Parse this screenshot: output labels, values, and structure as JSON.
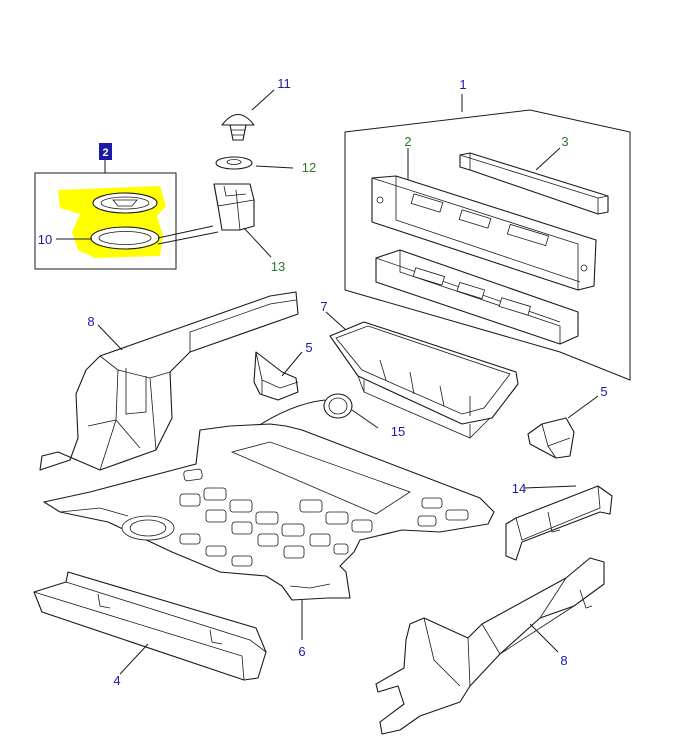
{
  "colors": {
    "blue_label": "#1a1aa6",
    "green_label": "#2a7a2a",
    "highlight": "#ffff00",
    "line": "#1a1a1a"
  },
  "inset": {
    "tag_label": "2"
  },
  "callouts": {
    "c1": "1",
    "c2": "2",
    "c3": "3",
    "c4": "4",
    "c5a": "5",
    "c5b": "5",
    "c6": "6",
    "c7": "7",
    "c8a": "8",
    "c8b": "8",
    "c10": "10",
    "c11": "11",
    "c12": "12",
    "c13": "13",
    "c14": "14",
    "c15": "15"
  }
}
